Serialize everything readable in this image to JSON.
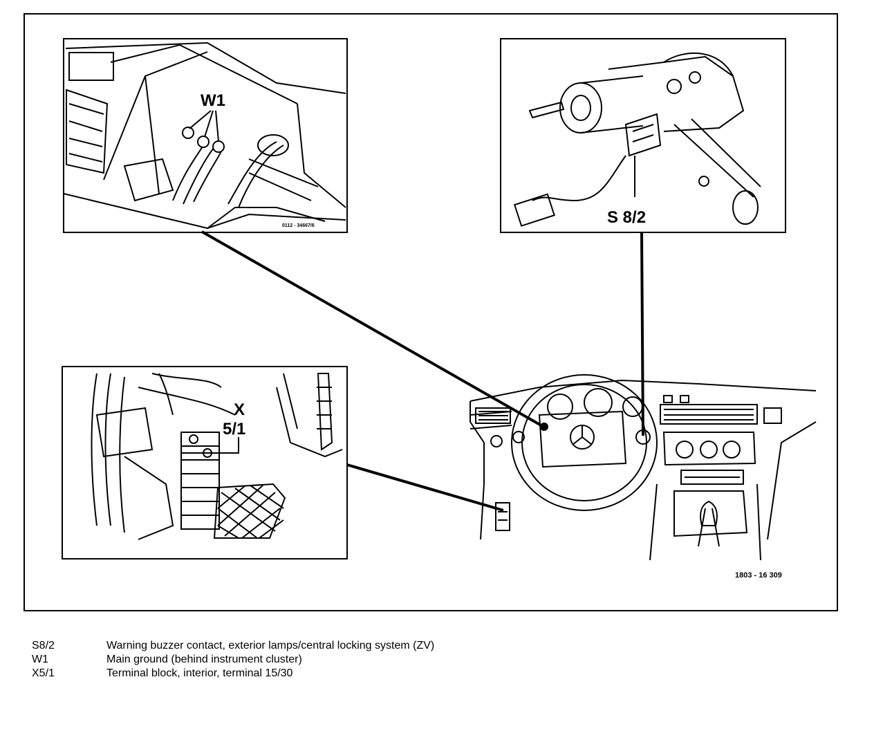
{
  "callouts": {
    "w1": "W1",
    "x51_top": "X",
    "x51_bottom": "5/1",
    "s82": "S 8/2"
  },
  "figure_numbers": {
    "main": "1803 - 16 309",
    "inset_w1": "0112 - 34667/6"
  },
  "legend": [
    {
      "code": "S8/2",
      "description": "Warning buzzer contact, exterior lamps/central locking system (ZV)"
    },
    {
      "code": "W1",
      "description": "Main ground (behind instrument cluster)"
    },
    {
      "code": "X5/1",
      "description": "Terminal block, interior, terminal 15/30"
    }
  ]
}
